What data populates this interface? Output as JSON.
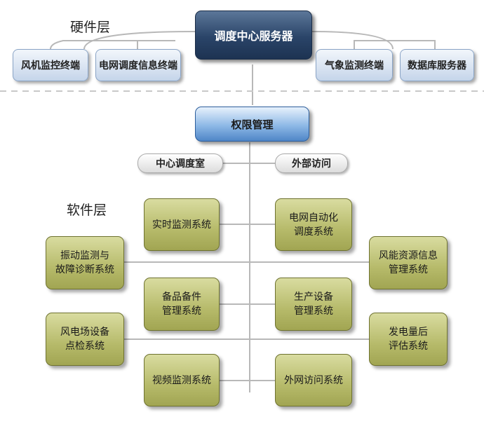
{
  "labels": {
    "hardware_layer": "硬件层",
    "software_layer": "软件层"
  },
  "hardware": {
    "center": "调度中心服务器",
    "left": [
      "风机监控终端",
      "电网调度信息终端"
    ],
    "right": [
      "气象监测终端",
      "数据库服务器"
    ]
  },
  "software": {
    "permission": "权限管理",
    "pills": [
      "中心调度室",
      "外部访问"
    ],
    "systems_inner_left": [
      "实时监测系统",
      "备品备件\n管理系统",
      "视频监测系统"
    ],
    "systems_inner_right": [
      "电网自动化\n调度系统",
      "生产设备\n管理系统",
      "外网访问系统"
    ],
    "systems_outer_left": [
      "振动监测与\n故障诊断系统",
      "风电场设备\n点检系统"
    ],
    "systems_outer_right": [
      "风能资源信息\n管理系统",
      "发电量后\n评估系统"
    ]
  },
  "colors": {
    "center_fill": "#2a4468",
    "permission_fill": "#8db8e6",
    "hardware_fill": "#c5d5ea",
    "system_fill": "#b6ba6a",
    "connector": "#b8b8b8",
    "divider": "#c8c8c8"
  }
}
